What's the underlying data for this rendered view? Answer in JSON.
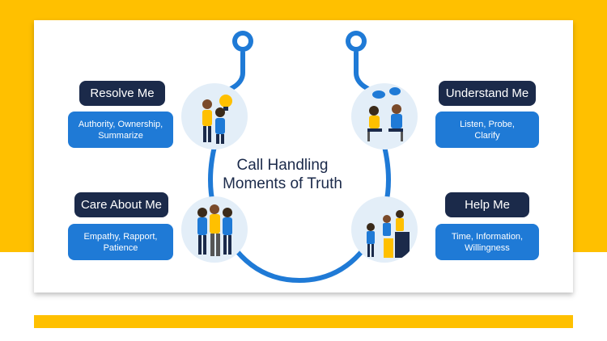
{
  "center": {
    "title": "Call Handling\nMoments of Truth"
  },
  "moments": {
    "resolve": {
      "title": "Resolve Me",
      "desc": "Authority, Ownership,\nSummarize"
    },
    "understand": {
      "title": "Understand Me",
      "desc": "Listen, Probe,\nClarify"
    },
    "care": {
      "title": "Care About Me",
      "desc": "Empathy, Rapport,\nPatience"
    },
    "help": {
      "title": "Help Me",
      "desc": "Time, Information,\nWillingness"
    }
  },
  "colors": {
    "accent_yellow": "#FFC000",
    "navy": "#1B2A4A",
    "blue": "#1F7AD6",
    "ring_blue": "#1F7AD6",
    "circle_bg": "#E3EEF8"
  },
  "icons": {
    "resolve": "people-idea-icon",
    "understand": "people-conversation-icon",
    "care": "group-friends-icon",
    "help": "helping-hand-climb-icon"
  }
}
